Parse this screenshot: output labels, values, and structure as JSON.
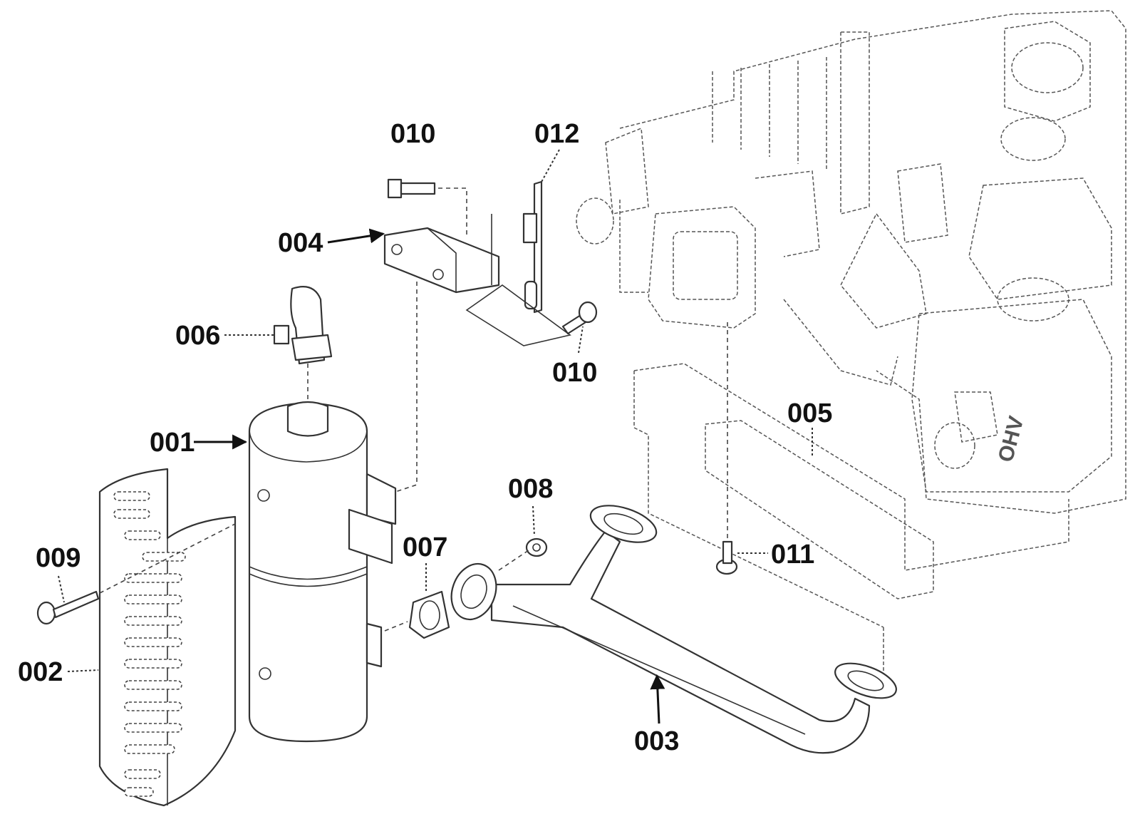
{
  "callouts": [
    {
      "id": "001"
    },
    {
      "id": "002"
    },
    {
      "id": "003"
    },
    {
      "id": "004"
    },
    {
      "id": "005"
    },
    {
      "id": "006"
    },
    {
      "id": "007"
    },
    {
      "id": "008"
    },
    {
      "id": "009"
    },
    {
      "id": "010"
    },
    {
      "id": "010"
    },
    {
      "id": "011"
    },
    {
      "id": "012"
    }
  ],
  "engine_block": {
    "stamp": "OHV"
  }
}
